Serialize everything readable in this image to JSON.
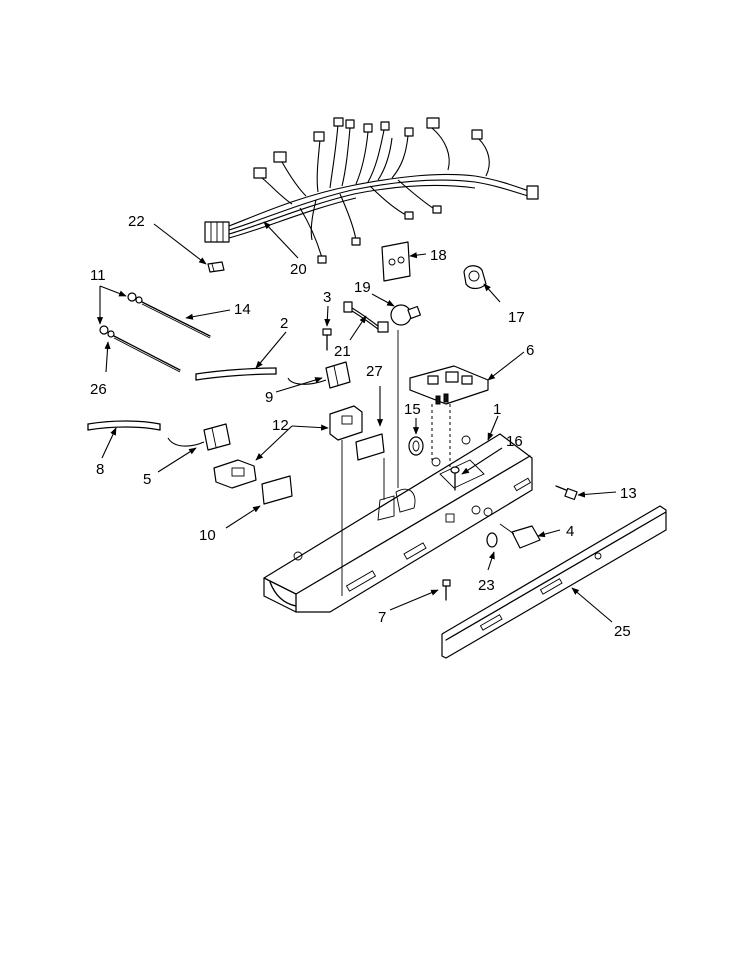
{
  "callouts": {
    "c1": "1",
    "c2": "2",
    "c3": "3",
    "c4": "4",
    "c5": "5",
    "c6": "6",
    "c7": "7",
    "c8": "8",
    "c9": "9",
    "c10": "10",
    "c11": "11",
    "c12": "12",
    "c13": "13",
    "c14": "14",
    "c15": "15",
    "c16": "16",
    "c17": "17",
    "c18": "18",
    "c19": "19",
    "c20": "20",
    "c21": "21",
    "c22": "22",
    "c23": "23",
    "c25": "25",
    "c26": "26",
    "c27": "27"
  },
  "colors": {
    "line": "#000000",
    "background": "#ffffff"
  },
  "arrowhead_icon": "filled-triangle"
}
